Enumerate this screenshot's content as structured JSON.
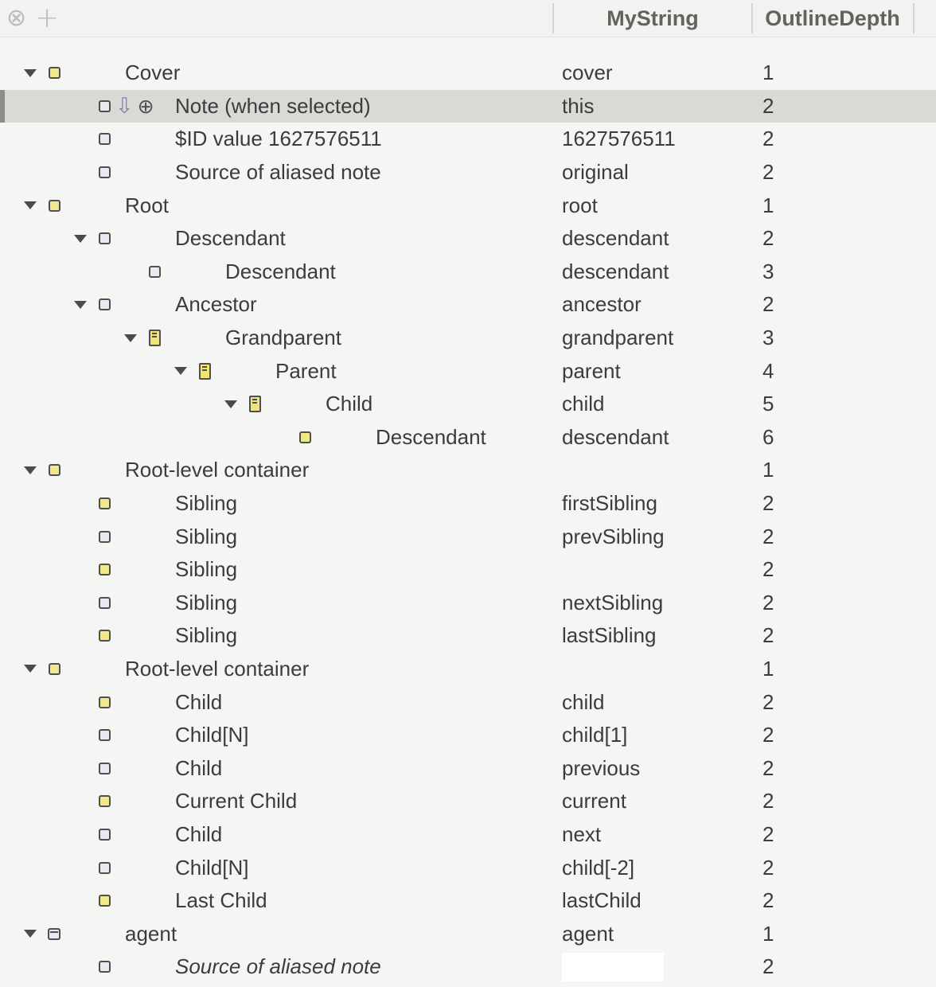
{
  "toolbar": {
    "close_icon": "⊗",
    "add_icon": "+"
  },
  "columns": [
    {
      "label": "MyString"
    },
    {
      "label": "OutlineDepth"
    }
  ],
  "glyphs": {
    "arrow_down": "⇩",
    "circle_plus": "⊕"
  },
  "colors": {
    "yellow": "#f1e78d",
    "note_yellow": "#f0e377",
    "pale": "#e9e9f1",
    "selected_bg": "#d9d9d6",
    "selected_edge": "#8c8c8a"
  },
  "rows": [
    {
      "name": "Cover",
      "depth": 1,
      "expanded": true,
      "icon": "square",
      "fill": "yellow",
      "extras": [],
      "italic": false,
      "selected": false,
      "mystring": "cover",
      "mystring_highlight": false,
      "outline_depth": "1"
    },
    {
      "name": "Note (when selected)",
      "depth": 2,
      "expanded": false,
      "icon": "square",
      "fill": "pale",
      "extras": [
        "arrow-down",
        "circle-plus"
      ],
      "italic": false,
      "selected": true,
      "mystring": "this",
      "mystring_highlight": false,
      "outline_depth": "2"
    },
    {
      "name": "$ID value 1627576511",
      "depth": 2,
      "expanded": false,
      "icon": "square",
      "fill": "pale",
      "extras": [],
      "italic": false,
      "selected": false,
      "mystring": "1627576511",
      "mystring_highlight": false,
      "outline_depth": "2"
    },
    {
      "name": "Source of aliased note",
      "depth": 2,
      "expanded": false,
      "icon": "square",
      "fill": "pale",
      "extras": [],
      "italic": false,
      "selected": false,
      "mystring": "original",
      "mystring_highlight": false,
      "outline_depth": "2"
    },
    {
      "name": "Root",
      "depth": 1,
      "expanded": true,
      "icon": "square",
      "fill": "yellow",
      "extras": [],
      "italic": false,
      "selected": false,
      "mystring": "root",
      "mystring_highlight": false,
      "outline_depth": "1"
    },
    {
      "name": "Descendant",
      "depth": 2,
      "expanded": true,
      "icon": "square",
      "fill": "pale",
      "extras": [],
      "italic": false,
      "selected": false,
      "mystring": "descendant",
      "mystring_highlight": false,
      "outline_depth": "2"
    },
    {
      "name": "Descendant",
      "depth": 3,
      "expanded": false,
      "icon": "square",
      "fill": "pale",
      "extras": [],
      "italic": false,
      "selected": false,
      "mystring": "descendant",
      "mystring_highlight": false,
      "outline_depth": "3"
    },
    {
      "name": "Ancestor",
      "depth": 2,
      "expanded": true,
      "icon": "square",
      "fill": "pale",
      "extras": [],
      "italic": false,
      "selected": false,
      "mystring": "ancestor",
      "mystring_highlight": false,
      "outline_depth": "2"
    },
    {
      "name": "Grandparent",
      "depth": 3,
      "expanded": true,
      "icon": "note",
      "fill": "note_yellow",
      "extras": [],
      "italic": false,
      "selected": false,
      "mystring": "grandparent",
      "mystring_highlight": false,
      "outline_depth": "3"
    },
    {
      "name": "Parent",
      "depth": 4,
      "expanded": true,
      "icon": "note",
      "fill": "note_yellow",
      "extras": [],
      "italic": false,
      "selected": false,
      "mystring": "parent",
      "mystring_highlight": false,
      "outline_depth": "4"
    },
    {
      "name": "Child",
      "depth": 5,
      "expanded": true,
      "icon": "note",
      "fill": "note_yellow",
      "extras": [],
      "italic": false,
      "selected": false,
      "mystring": "child",
      "mystring_highlight": false,
      "outline_depth": "5"
    },
    {
      "name": "Descendant",
      "depth": 6,
      "expanded": false,
      "icon": "square",
      "fill": "yellow",
      "extras": [],
      "italic": false,
      "selected": false,
      "mystring": "descendant",
      "mystring_highlight": false,
      "outline_depth": "6"
    },
    {
      "name": "Root-level container",
      "depth": 1,
      "expanded": true,
      "icon": "square",
      "fill": "yellow",
      "extras": [],
      "italic": false,
      "selected": false,
      "mystring": "",
      "mystring_highlight": false,
      "outline_depth": "1"
    },
    {
      "name": "Sibling",
      "depth": 2,
      "expanded": false,
      "icon": "square",
      "fill": "yellow",
      "extras": [],
      "italic": false,
      "selected": false,
      "mystring": "firstSibling",
      "mystring_highlight": false,
      "outline_depth": "2"
    },
    {
      "name": "Sibling",
      "depth": 2,
      "expanded": false,
      "icon": "square",
      "fill": "pale",
      "extras": [],
      "italic": false,
      "selected": false,
      "mystring": "prevSibling",
      "mystring_highlight": false,
      "outline_depth": "2"
    },
    {
      "name": "Sibling",
      "depth": 2,
      "expanded": false,
      "icon": "square",
      "fill": "yellow",
      "extras": [],
      "italic": false,
      "selected": false,
      "mystring": "",
      "mystring_highlight": false,
      "outline_depth": "2"
    },
    {
      "name": "Sibling",
      "depth": 2,
      "expanded": false,
      "icon": "square",
      "fill": "pale",
      "extras": [],
      "italic": false,
      "selected": false,
      "mystring": "nextSibling",
      "mystring_highlight": false,
      "outline_depth": "2"
    },
    {
      "name": "Sibling",
      "depth": 2,
      "expanded": false,
      "icon": "square",
      "fill": "yellow",
      "extras": [],
      "italic": false,
      "selected": false,
      "mystring": "lastSibling",
      "mystring_highlight": false,
      "outline_depth": "2"
    },
    {
      "name": "Root-level container",
      "depth": 1,
      "expanded": true,
      "icon": "square",
      "fill": "yellow",
      "extras": [],
      "italic": false,
      "selected": false,
      "mystring": "",
      "mystring_highlight": false,
      "outline_depth": "1"
    },
    {
      "name": "Child",
      "depth": 2,
      "expanded": false,
      "icon": "square",
      "fill": "yellow",
      "extras": [],
      "italic": false,
      "selected": false,
      "mystring": "child",
      "mystring_highlight": false,
      "outline_depth": "2"
    },
    {
      "name": "Child[N]",
      "depth": 2,
      "expanded": false,
      "icon": "square",
      "fill": "pale",
      "extras": [],
      "italic": false,
      "selected": false,
      "mystring": "child[1]",
      "mystring_highlight": false,
      "outline_depth": "2"
    },
    {
      "name": "Child",
      "depth": 2,
      "expanded": false,
      "icon": "square",
      "fill": "pale",
      "extras": [],
      "italic": false,
      "selected": false,
      "mystring": "previous",
      "mystring_highlight": false,
      "outline_depth": "2"
    },
    {
      "name": "Current Child",
      "depth": 2,
      "expanded": false,
      "icon": "square",
      "fill": "yellow",
      "extras": [],
      "italic": false,
      "selected": false,
      "mystring": "current",
      "mystring_highlight": false,
      "outline_depth": "2"
    },
    {
      "name": "Child",
      "depth": 2,
      "expanded": false,
      "icon": "square",
      "fill": "pale",
      "extras": [],
      "italic": false,
      "selected": false,
      "mystring": "next",
      "mystring_highlight": false,
      "outline_depth": "2"
    },
    {
      "name": "Child[N]",
      "depth": 2,
      "expanded": false,
      "icon": "square",
      "fill": "pale",
      "extras": [],
      "italic": false,
      "selected": false,
      "mystring": "child[-2]",
      "mystring_highlight": false,
      "outline_depth": "2"
    },
    {
      "name": "Last Child",
      "depth": 2,
      "expanded": false,
      "icon": "square",
      "fill": "yellow",
      "extras": [],
      "italic": false,
      "selected": false,
      "mystring": "lastChild",
      "mystring_highlight": false,
      "outline_depth": "2"
    },
    {
      "name": "agent",
      "depth": 1,
      "expanded": true,
      "icon": "agent",
      "fill": "pale",
      "extras": [],
      "italic": false,
      "selected": false,
      "mystring": "agent",
      "mystring_highlight": false,
      "outline_depth": "1"
    },
    {
      "name": "Source of aliased note",
      "depth": 2,
      "expanded": false,
      "icon": "square",
      "fill": "pale",
      "extras": [],
      "italic": true,
      "selected": false,
      "mystring": "",
      "mystring_highlight": true,
      "outline_depth": "2"
    }
  ]
}
